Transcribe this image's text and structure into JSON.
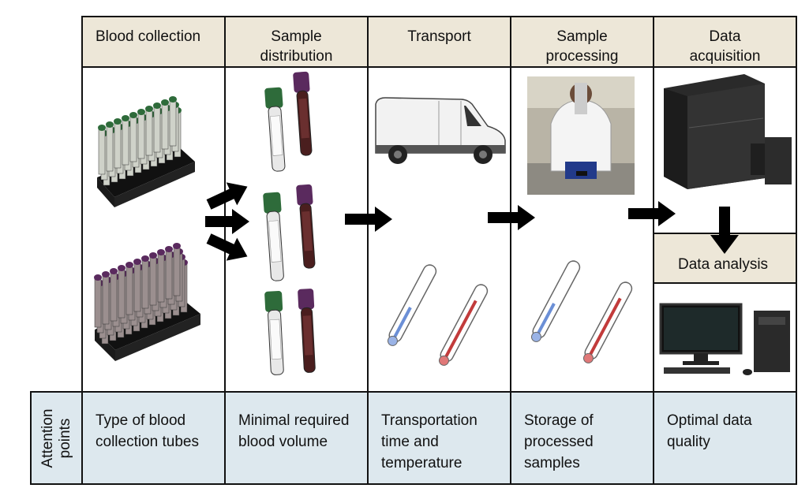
{
  "stages": [
    {
      "id": "blood-collection",
      "title_lines": [
        "Blood collection"
      ]
    },
    {
      "id": "sample-distribution",
      "title_lines": [
        "Sample",
        "distribution"
      ]
    },
    {
      "id": "transport",
      "title_lines": [
        "Transport"
      ]
    },
    {
      "id": "sample-processing",
      "title_lines": [
        "Sample",
        "processing"
      ]
    },
    {
      "id": "data-acquisition",
      "title_lines": [
        "Data",
        "acquisition"
      ]
    }
  ],
  "data_analysis": {
    "title": "Data analysis"
  },
  "attention": {
    "row_label_lines": [
      "Attention",
      "points"
    ],
    "points": [
      {
        "lines": [
          "Type of blood",
          "collection tubes"
        ]
      },
      {
        "lines": [
          "Minimal required",
          "blood volume"
        ]
      },
      {
        "lines": [
          "Transportation",
          "time and",
          "temperature"
        ]
      },
      {
        "lines": [
          "Storage of",
          "processed",
          "samples"
        ]
      },
      {
        "lines": [
          "Optimal data",
          "quality"
        ]
      }
    ]
  },
  "colors": {
    "header_bg": "#ede7d8",
    "attention_bg": "#dde8ee",
    "tube_cap_green": "#2e6b3a",
    "tube_cap_purple": "#5a2a5e",
    "thermometer_cold": "#6b8fd6",
    "thermometer_hot": "#c23b3b",
    "arrow": "#000000"
  },
  "icons": [
    "blood-tube-rack-green-icon",
    "blood-tube-rack-purple-icon",
    "tube-icon",
    "van-icon",
    "thermometer-icon",
    "lab-technician-icon",
    "flow-cytometer-icon",
    "computer-icon",
    "arrow-icon"
  ]
}
